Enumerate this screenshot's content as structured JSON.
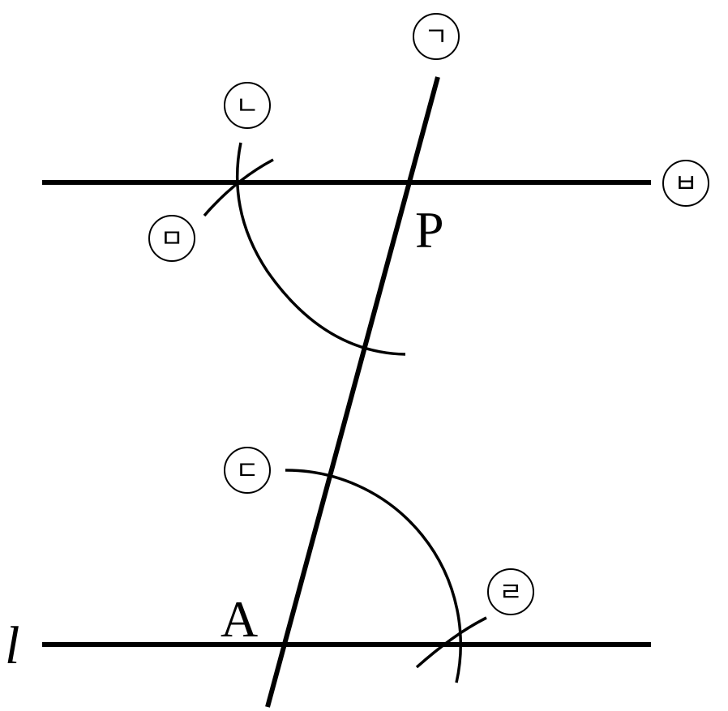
{
  "diagram": {
    "line_label": "l",
    "points": {
      "A": "A",
      "P": "P"
    },
    "step_markers": {
      "giyeok": "ㄱ",
      "nieun": "ㄴ",
      "digeut": "ㄷ",
      "rieul": "ㄹ",
      "mieum": "ㅁ",
      "bieup": "ㅂ"
    }
  }
}
